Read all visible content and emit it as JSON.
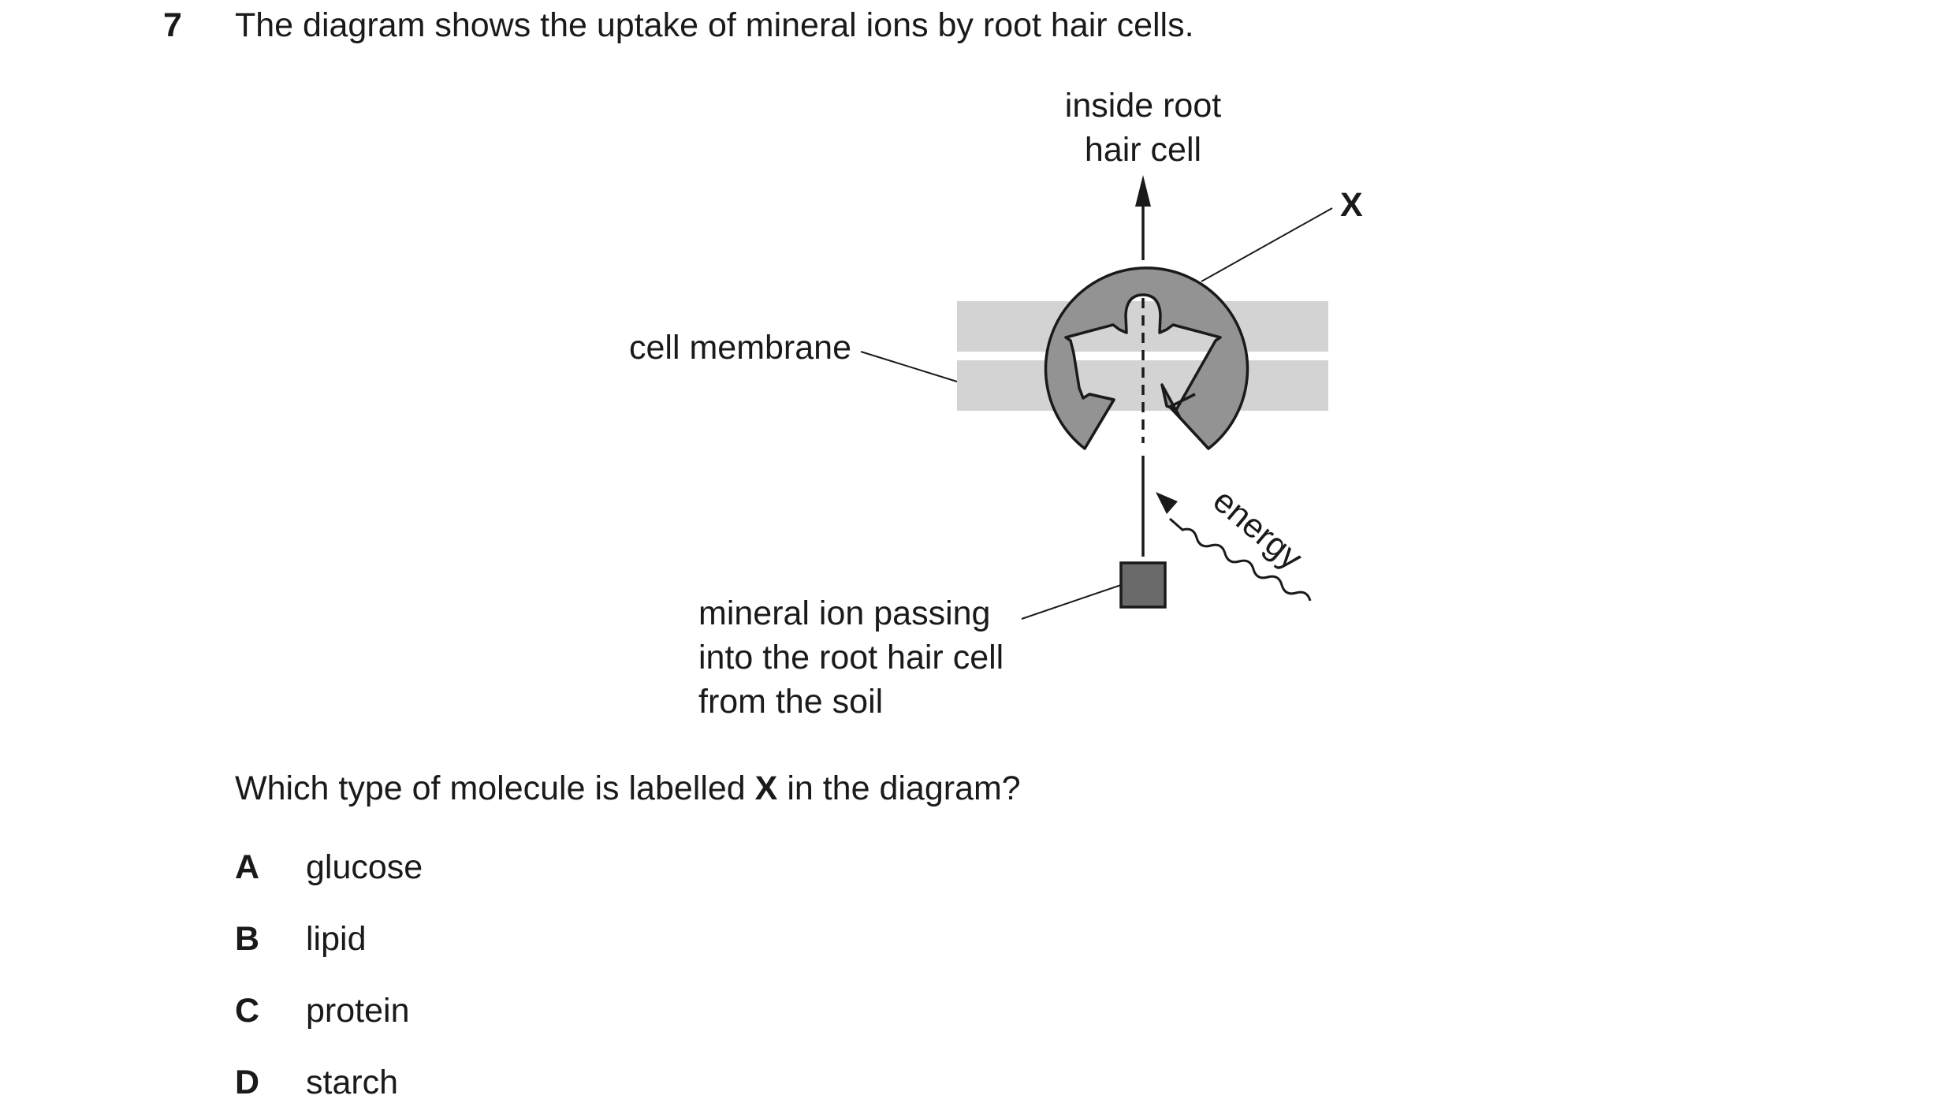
{
  "question": {
    "number": "7",
    "stem": "The diagram shows the uptake of mineral ions by root hair cells.",
    "prompt_before": "Which type of molecule is labelled",
    "prompt_bold": "X",
    "prompt_after": "in the diagram?"
  },
  "diagram": {
    "label_inside_line1": "inside root",
    "label_inside_line2": "hair cell",
    "label_x": "X",
    "label_membrane": "cell membrane",
    "label_energy": "energy",
    "label_ion_line1": "mineral ion passing",
    "label_ion_line2": "into the root hair cell",
    "label_ion_line3": "from the soil"
  },
  "options": [
    {
      "letter": "A",
      "text": "glucose"
    },
    {
      "letter": "B",
      "text": "lipid"
    },
    {
      "letter": "C",
      "text": "protein"
    },
    {
      "letter": "D",
      "text": "starch"
    }
  ],
  "colors": {
    "membrane": "#d3d3d4",
    "protein": "#939393",
    "ion": "#6a6a6b",
    "line": "#1a1a1a"
  }
}
